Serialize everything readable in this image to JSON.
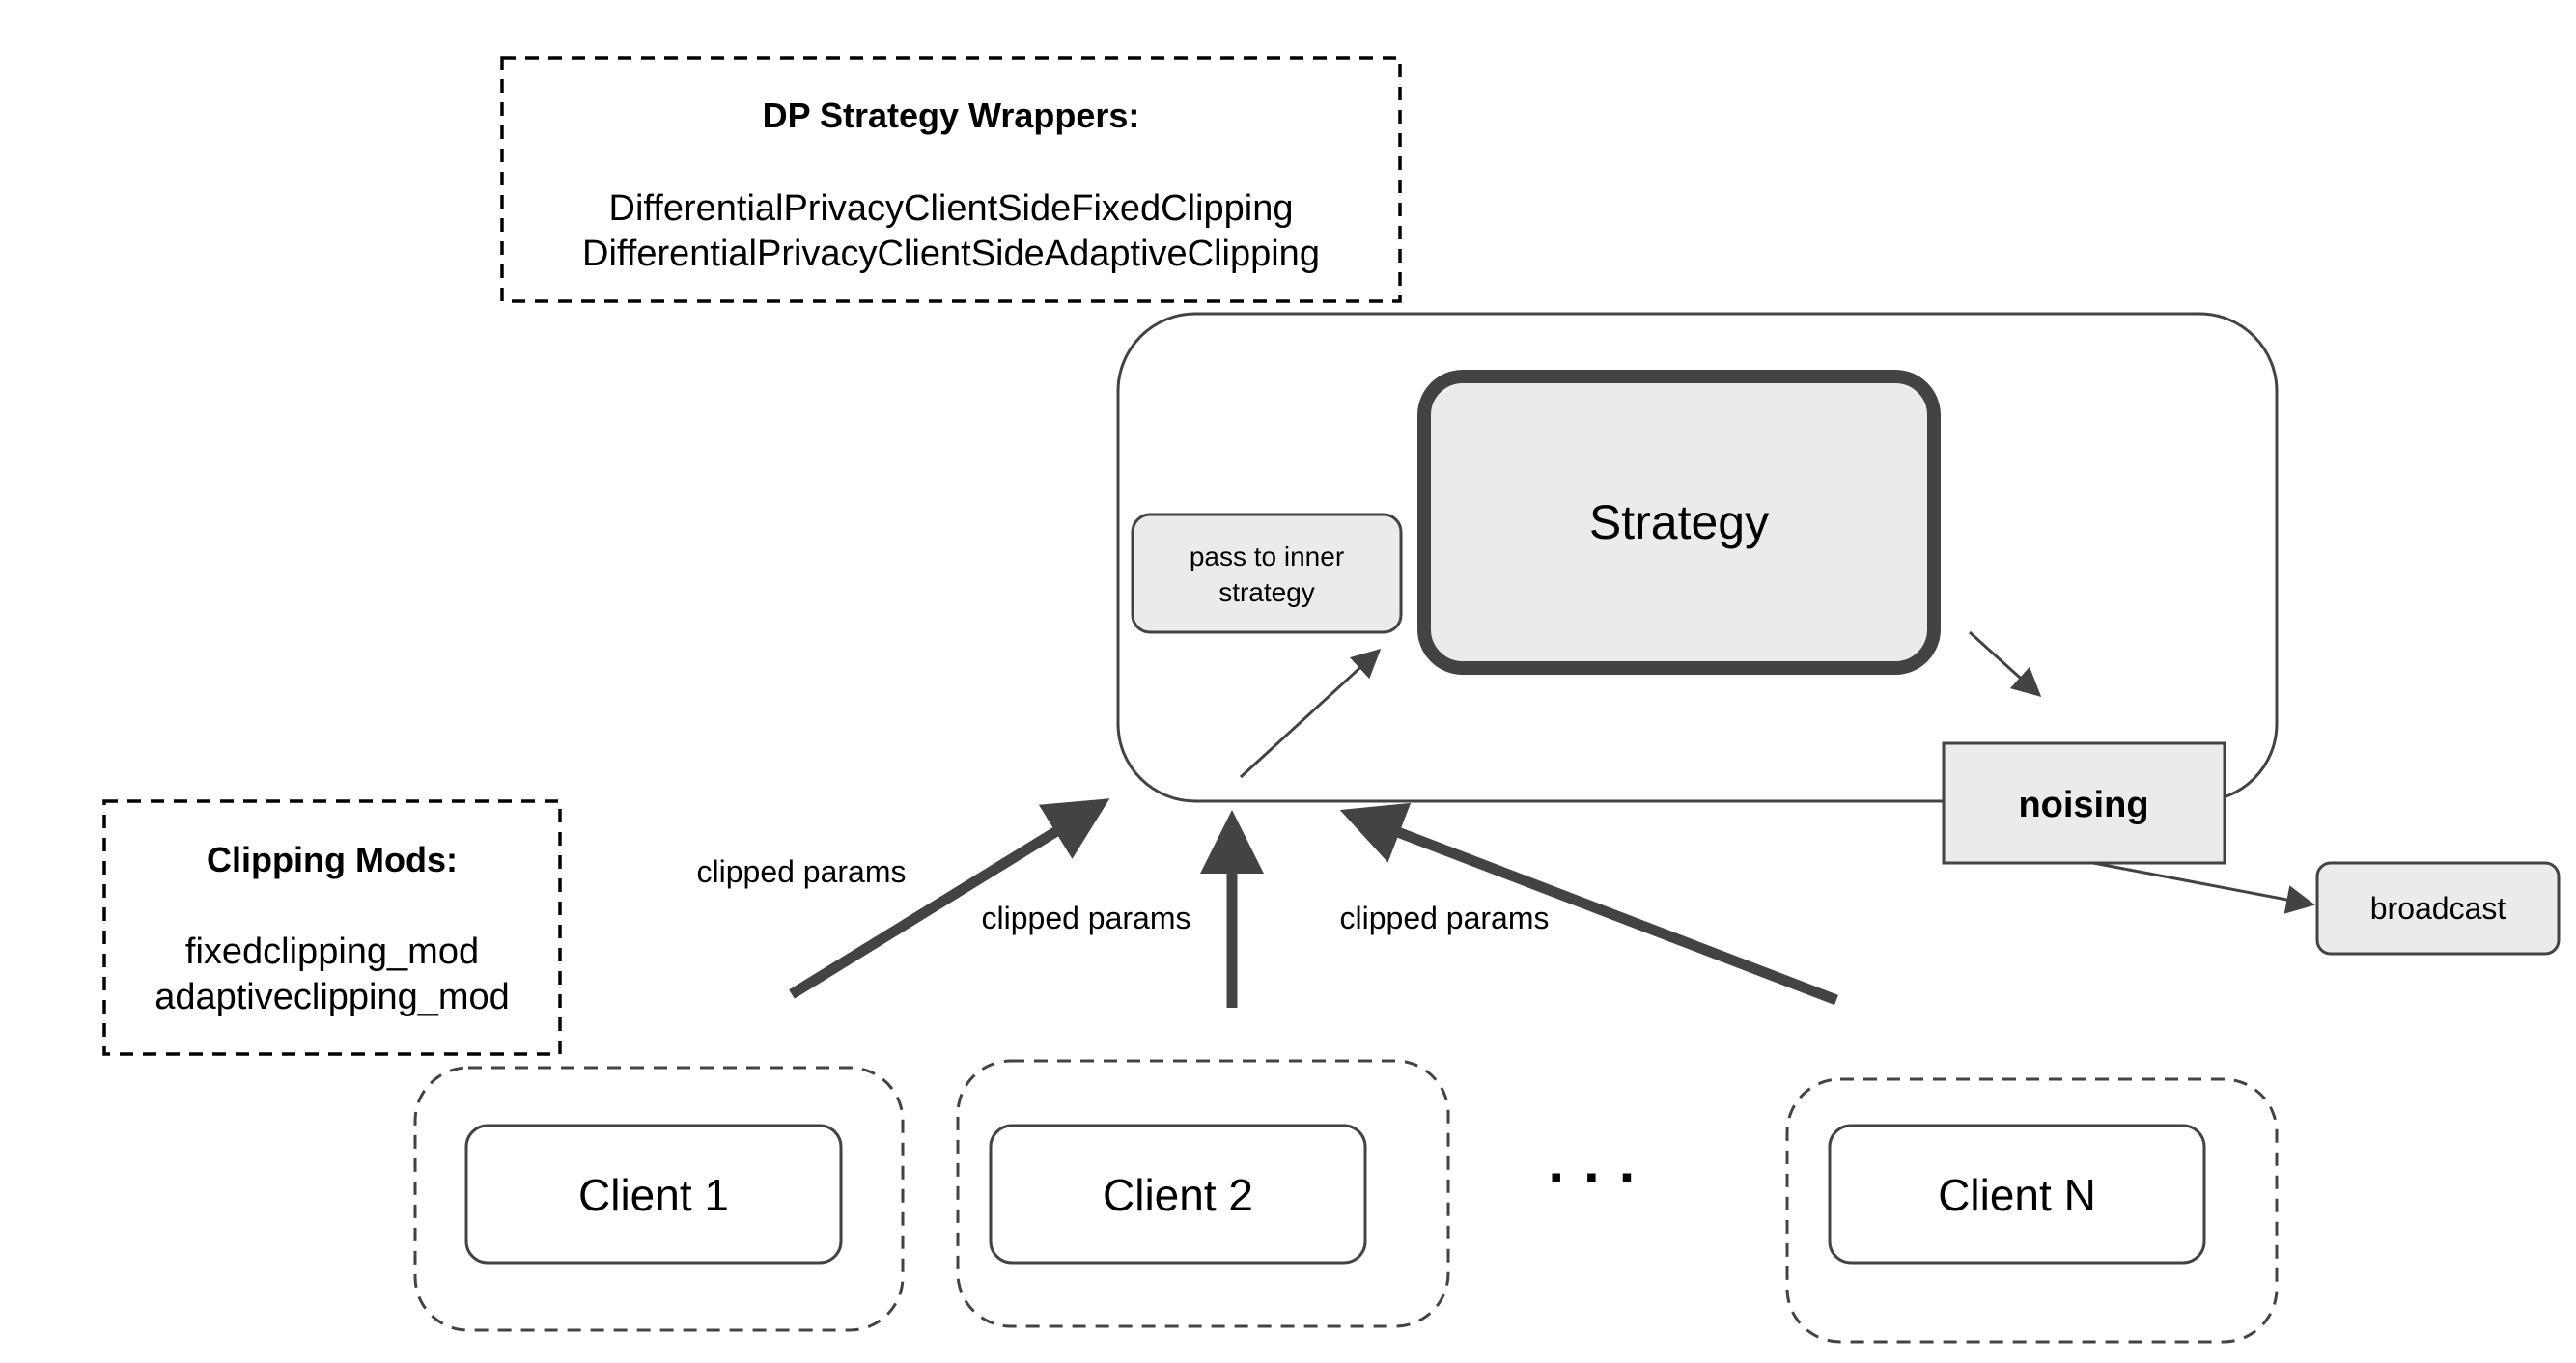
{
  "colors": {
    "stroke": "#434343",
    "fill_gray": "#ebebeb",
    "background": "#ffffff",
    "text": "#000000"
  },
  "notes": {
    "wrappers": {
      "title": "DP Strategy Wrappers:",
      "lines": [
        "DifferentialPrivacyClientSideFixedClipping",
        "DifferentialPrivacyClientSideAdaptiveClipping"
      ]
    },
    "mods": {
      "title": "Clipping Mods:",
      "lines": [
        "fixedclipping_mod",
        "adaptiveclipping_mod"
      ]
    }
  },
  "server": {
    "strategy_label": "Strategy",
    "pass_to_inner": [
      "pass to inner",
      "strategy"
    ],
    "noising_label": "noising",
    "broadcast_label": "broadcast"
  },
  "clients": [
    "Client 1",
    "Client 2",
    "Client N"
  ],
  "ellipsis": "· · ·",
  "edges": {
    "clipped_params": [
      "clipped params",
      "clipped params",
      "clipped params"
    ]
  }
}
